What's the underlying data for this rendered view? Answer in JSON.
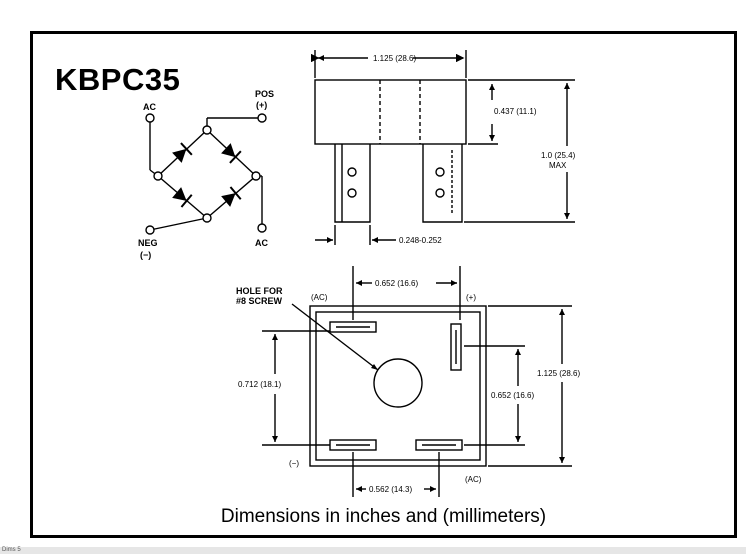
{
  "title": "KBPC35",
  "caption": "Dimensions in inches and (millimeters)",
  "schematic": {
    "ac_top": "AC",
    "pos_label": "POS",
    "pos_sign": "(+)",
    "neg_label": "NEG",
    "neg_sign": "(−)",
    "ac_bottom": "AC"
  },
  "side_view": {
    "width": "1.125 (28.6)",
    "body_height": "0.437 (11.1)",
    "total_height": "1.0 (25.4)",
    "total_height_note": "MAX",
    "terminal_width": "0.248-0.252"
  },
  "bottom_view": {
    "hole_label_line1": "HOLE FOR",
    "hole_label_line2": "#8 SCREW",
    "top_spacing": "0.652 (16.6)",
    "ac_top_left": "(AC)",
    "plus_label": "(+)",
    "left_height": "0.712 (18.1)",
    "right_spacing": "0.652 (16.6)",
    "overall": "1.125 (28.6)",
    "minus_label": "(−)",
    "ac_bottom_right": "(AC)",
    "bottom_spacing": "0.562 (14.3)"
  },
  "footer": "Dims 5"
}
